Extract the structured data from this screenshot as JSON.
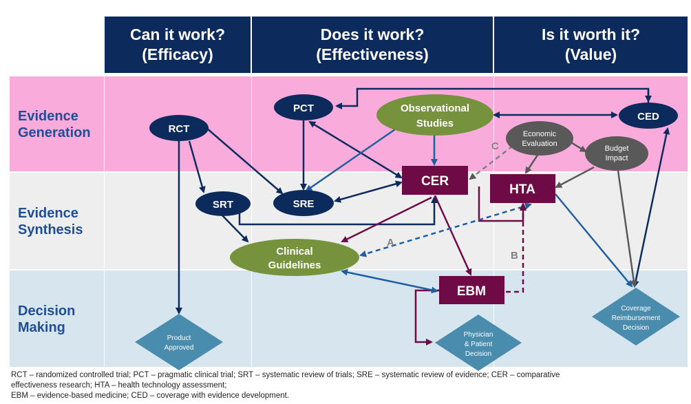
{
  "columns": [
    {
      "line1": "Can it work?",
      "line2": "(Efficacy)"
    },
    {
      "line1": "Does it work?",
      "line2": "(Effectiveness)"
    },
    {
      "line1": "Is it worth it?",
      "line2": "(Value)"
    }
  ],
  "rows": [
    {
      "line1": "Evidence",
      "line2": "Generation"
    },
    {
      "line1": "Evidence",
      "line2": "Synthesis"
    },
    {
      "line1": "Decision",
      "line2": "Making"
    }
  ],
  "nodes": {
    "rct": "RCT",
    "pct": "PCT",
    "obs_line1": "Observational",
    "obs_line2": "Studies",
    "ced": "CED",
    "econ_line1": "Economic",
    "econ_line2": "Evaluation",
    "budget_line1": "Budget",
    "budget_line2": "Impact",
    "srt": "SRT",
    "sre": "SRE",
    "cer": "CER",
    "hta": "HTA",
    "cg_line1": "Clinical",
    "cg_line2": "Guidelines",
    "ebm": "EBM",
    "product_line1": "Product",
    "product_line2": "Approved",
    "physician_line1": "Physician",
    "physician_line2": "& Patient",
    "physician_line3": "Decision",
    "coverage_line1": "Coverage",
    "coverage_line2": "Reimbursement",
    "coverage_line3": "Decision"
  },
  "link_labels": {
    "a": "A",
    "b": "B",
    "c": "C"
  },
  "footnote": {
    "line1": "RCT – randomized controlled trial; PCT – pragmatic clinical trial; SRT – systematic review of trials; SRE – systematic review of evidence; CER – comparative",
    "line2": "effectiveness research; HTA – health technology assessment;",
    "line3": "EBM – evidence-based medicine; CED – coverage with evidence development."
  },
  "colors": {
    "header": "#0c2a5b",
    "generation_band": "#f9acdc",
    "synthesis_band": "#eeeeee",
    "decision_band": "#d7e6ee",
    "navy_node": "#0c2a5b",
    "green_node": "#76923c",
    "maroon_node": "#6e0a46",
    "gray_node": "#595959",
    "diamond": "#4a8cad",
    "blue_arrow": "#1f5f9e"
  }
}
